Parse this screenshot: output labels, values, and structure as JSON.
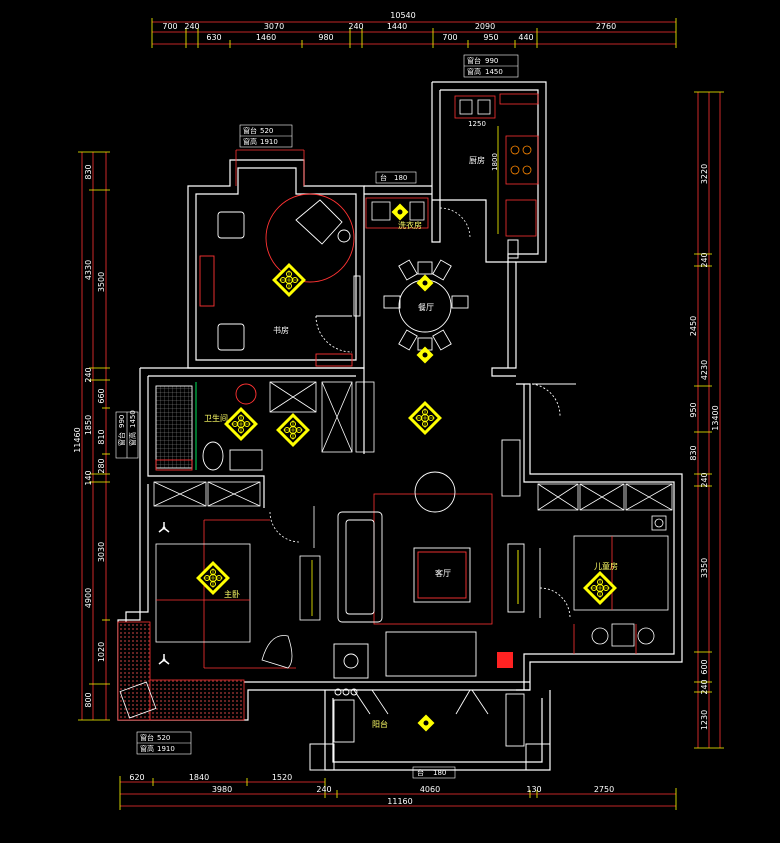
{
  "colors": {
    "background": "#000000",
    "wall": "#ffffff",
    "dimension_line": "#ff3333",
    "furniture": "#ff3333",
    "light_fixture": "#ffff00",
    "hatch": "#ff3333"
  },
  "dimensions": {
    "top_total": "10540",
    "top_row1": [
      "700",
      "240",
      "3070",
      "240",
      "1440",
      "2090",
      "2760"
    ],
    "top_row2": [
      "630",
      "1460",
      "980",
      "700",
      "950",
      "440"
    ],
    "bottom_row1": [
      "620",
      "1840",
      "1520"
    ],
    "bottom_row2": [
      "3980",
      "240",
      "4060",
      "130",
      "2750"
    ],
    "bottom_total": "11160",
    "left_total": "11460",
    "left_outer": [
      "830",
      "4330",
      "240",
      "1850",
      "810",
      "140",
      "4900",
      "800"
    ],
    "left_inner": [
      "3500",
      "660",
      "280",
      "3030",
      "1020"
    ],
    "right_total": "13400",
    "right_outer": [
      "3220",
      "240",
      "2450",
      "950",
      "830",
      "240",
      "3350",
      "600",
      "240",
      "1230"
    ],
    "right_inner": [
      "4230"
    ]
  },
  "rooms": {
    "study": "书房",
    "kitchen": "厨房",
    "laundry": "洗衣房",
    "dining": "餐厅",
    "bathroom": "卫生间",
    "living": "客厅",
    "master_bedroom": "主卧",
    "kids_room": "儿童房",
    "balcony": "阳台"
  },
  "window_tags": {
    "kitchen_sill": "窗台",
    "kitchen_sill_value": "990",
    "kitchen_height": "窗高",
    "kitchen_height_value": "1450",
    "study_sill": "窗台",
    "study_sill_value": "520",
    "study_height": "窗高",
    "study_height_value": "1910",
    "laundry_sill": "台",
    "laundry_sill_value": "180",
    "bath_sill": "窗台",
    "bath_sill_value": "990",
    "bath_height": "窗高",
    "bath_height_value": "1450",
    "master_sill": "窗台",
    "master_sill_value": "520",
    "master_height": "窗高",
    "master_height_value": "1910",
    "balcony_sill": "台",
    "balcony_sill_value": "180"
  },
  "kitchen_label_1250": "1250",
  "kitchen_label_1800": "1800"
}
